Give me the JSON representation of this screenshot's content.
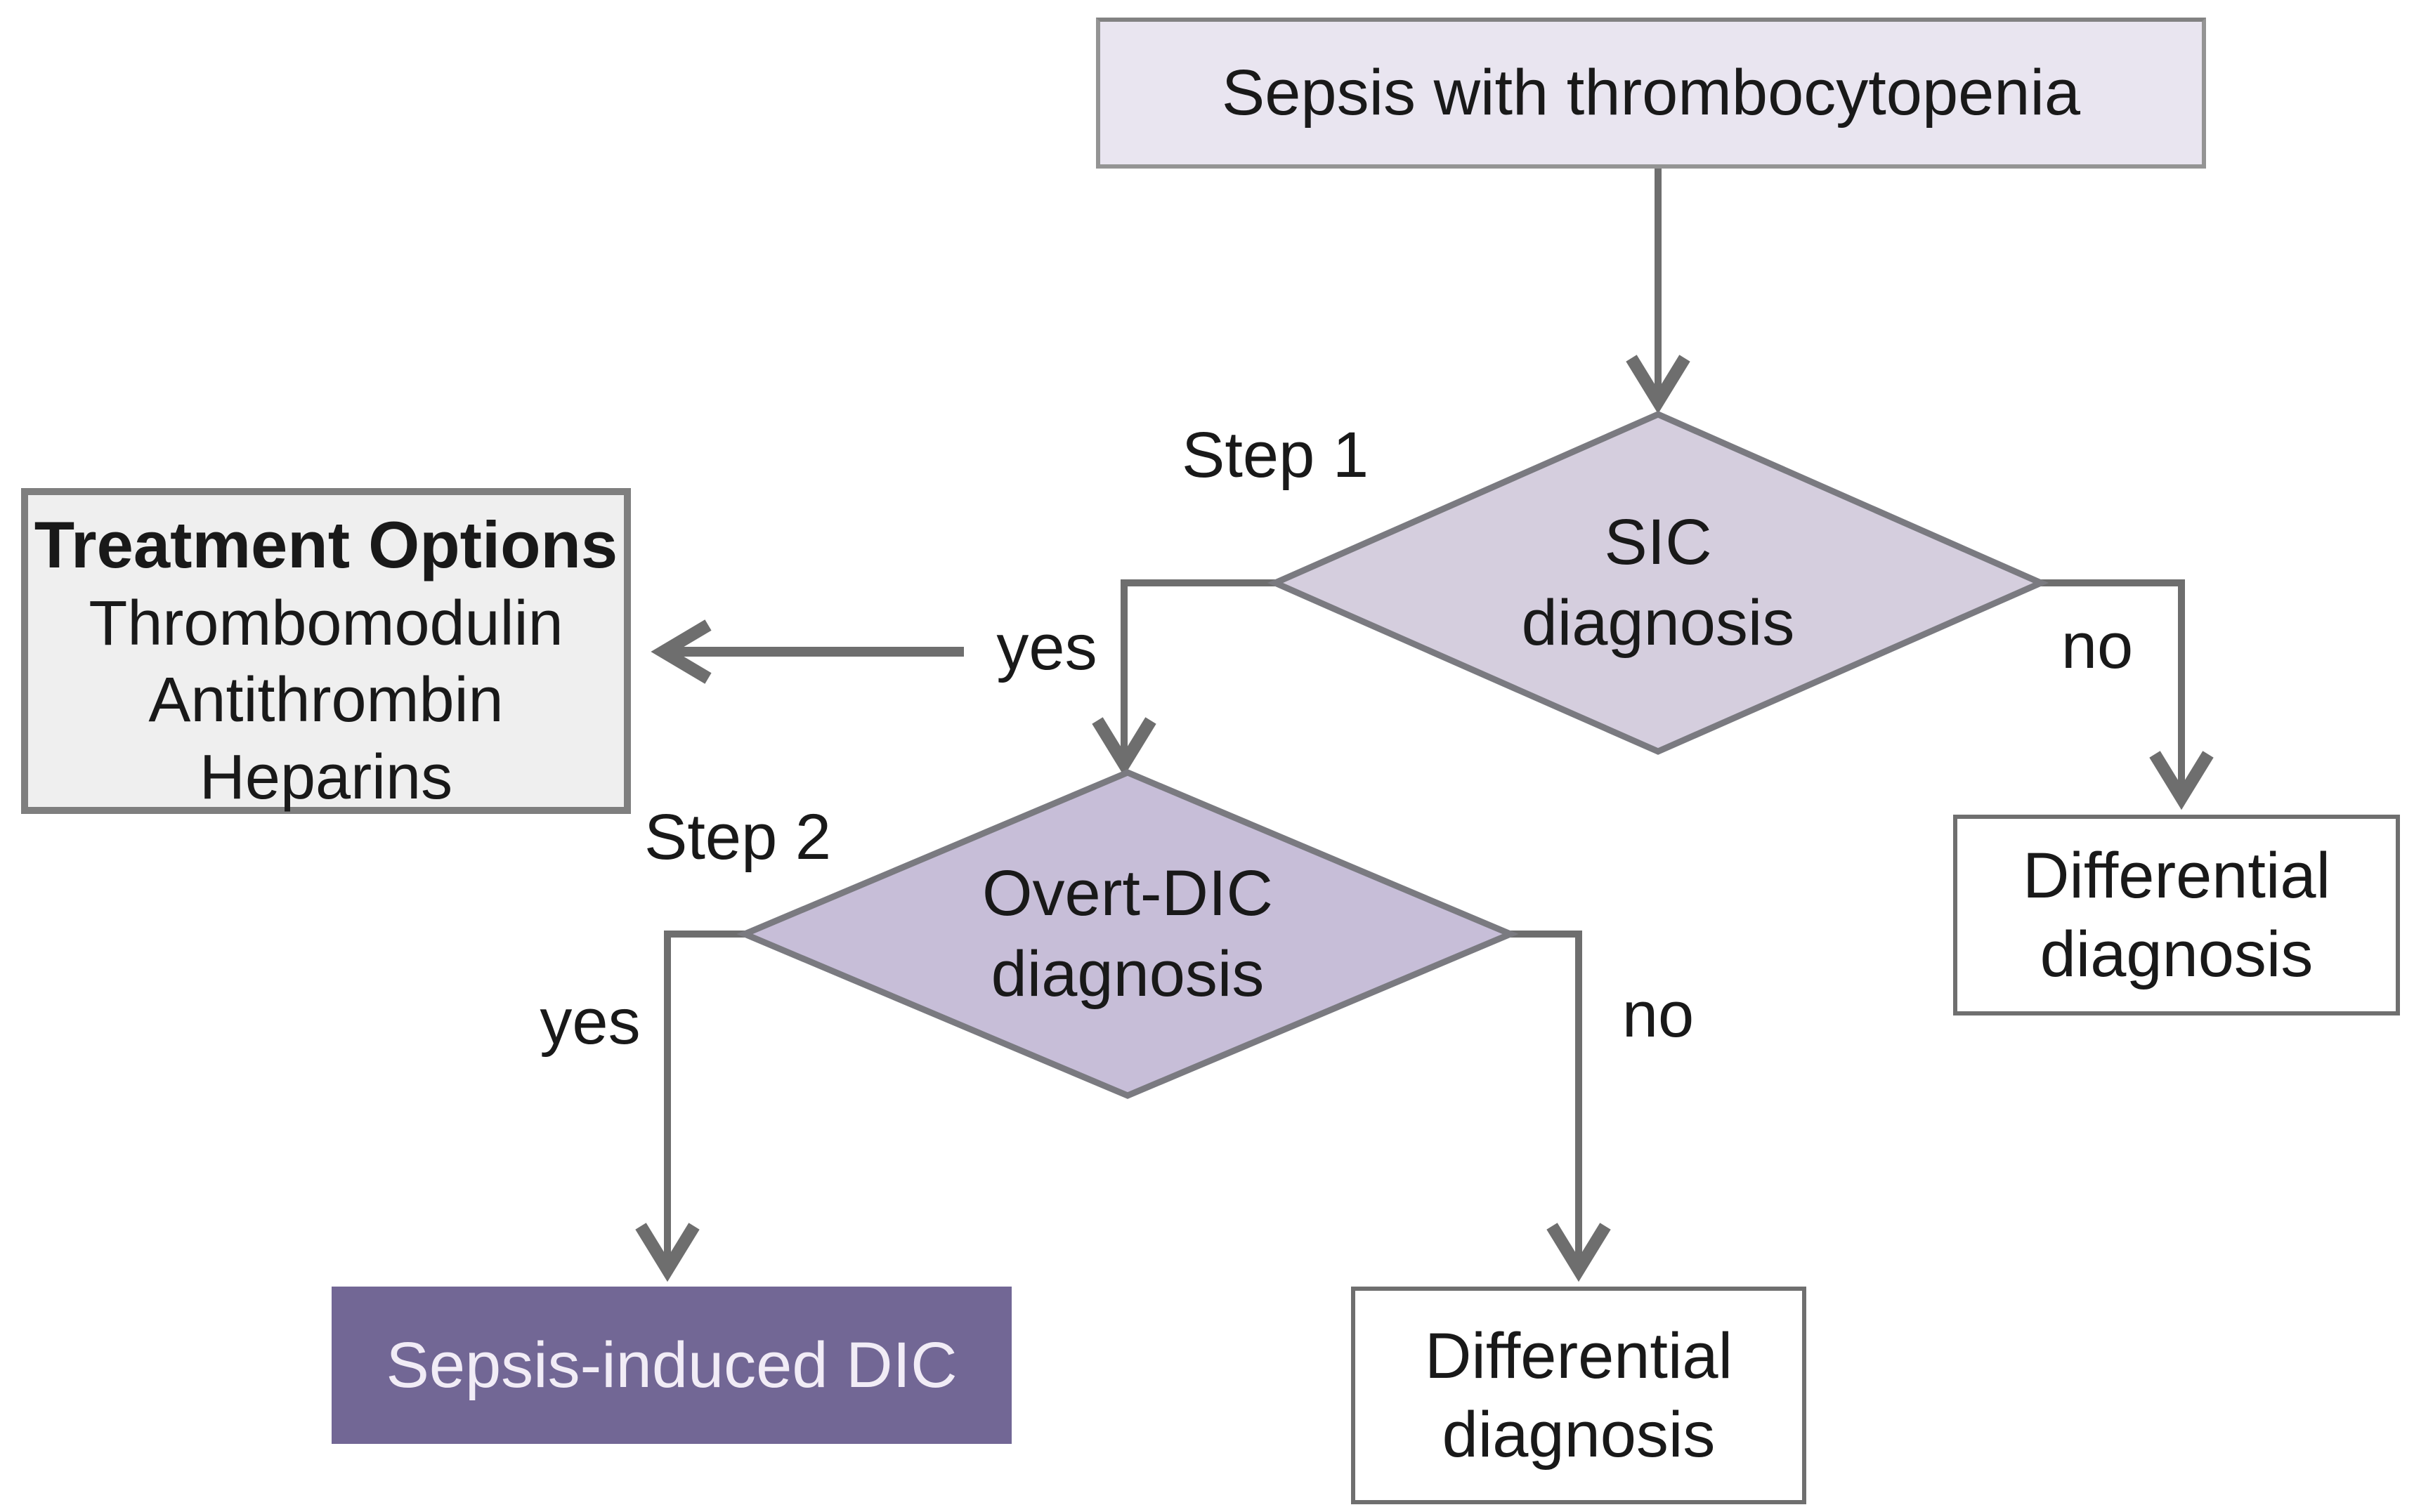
{
  "flowchart": {
    "colors": {
      "topbox": "#e9e5f0",
      "diamond1": "#d5cede",
      "diamond2": "#c7bed8",
      "sepsis": "#726795",
      "sepsisText": "#f1ecf6",
      "graybox": "#efefef",
      "borderGray": "#7f7f7f",
      "line": "#6e6e6e",
      "outline": "#7a7a80",
      "text": "#191919"
    },
    "start_box": {
      "label": "Sepsis with thrombocytopenia"
    },
    "step_labels": {
      "step1": "Step 1",
      "step2": "Step 2"
    },
    "decisions": {
      "sic": {
        "line1": "SIC",
        "line2": "diagnosis"
      },
      "overt_dic": {
        "line1": "Overt-DIC",
        "line2": "diagnosis"
      }
    },
    "treatment_box": {
      "title": "Treatment Options",
      "items": [
        "Thrombomodulin",
        "Antithrombin",
        "Heparins"
      ]
    },
    "edge_labels": {
      "sic_yes": "yes",
      "sic_no": "no",
      "overt_yes": "yes",
      "overt_no": "no"
    },
    "outcomes": {
      "differential_right": {
        "line1": "Differential",
        "line2": "diagnosis"
      },
      "differential_bottom": {
        "line1": "Differential",
        "line2": "diagnosis"
      },
      "sepsis_dic": {
        "label": "Sepsis-induced DIC"
      }
    }
  }
}
